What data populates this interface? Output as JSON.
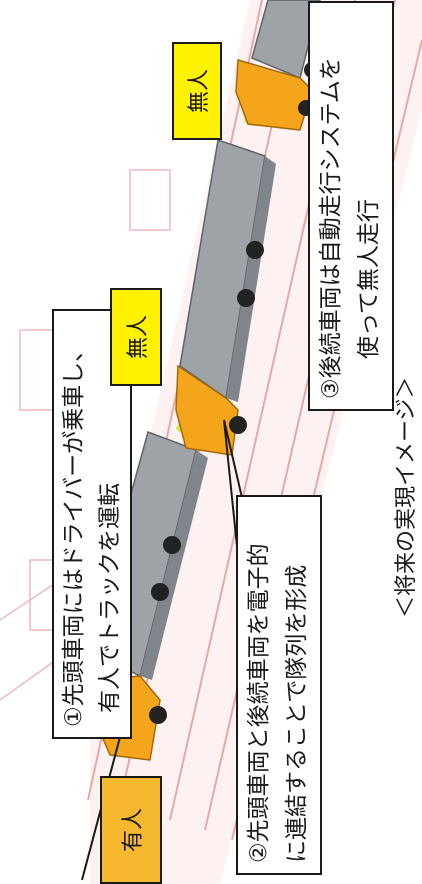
{
  "callouts": {
    "lead": [
      "①先頭車両にはドライバーが乗車し、",
      "有人でトラックを運転"
    ],
    "link": [
      "②先頭車両と後続車両を電子的",
      "に連結することで隊列を形成"
    ],
    "follow": [
      "③後続車両は自動走行システムを",
      "使って無人走行"
    ]
  },
  "tags": {
    "manned": "有人",
    "unmanned_1": "無人",
    "unmanned_2": "無人"
  },
  "caption": "＜将来の実現イメージ＞",
  "colors": {
    "manned_tag": "#f5b82e",
    "unmanned_tag": "#fff200",
    "cab": "#f4a51c",
    "trailer": "#9ea3a8",
    "signal": "#d6e84a",
    "road_line": "#e9a7a7",
    "road_bg": "#fdf1f1"
  }
}
